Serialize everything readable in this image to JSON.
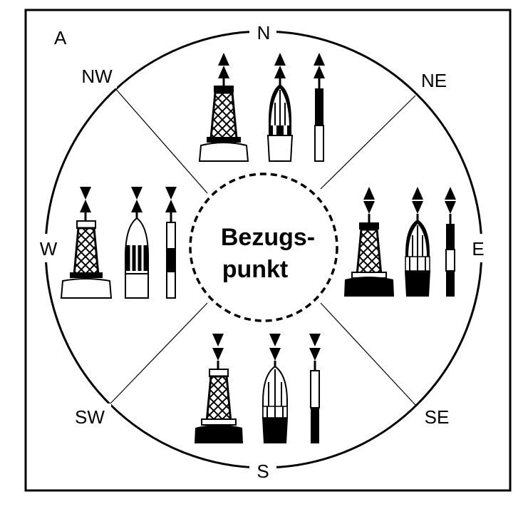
{
  "panel_label": "A",
  "center_label": {
    "line1": "Bezugs-",
    "line2": "punkt"
  },
  "directions": {
    "n": "N",
    "ne": "NE",
    "e": "E",
    "se": "SE",
    "s": "S",
    "sw": "SW",
    "w": "W",
    "nw": "NW"
  },
  "colors": {
    "ink": "#000000",
    "paper": "#ffffff"
  }
}
